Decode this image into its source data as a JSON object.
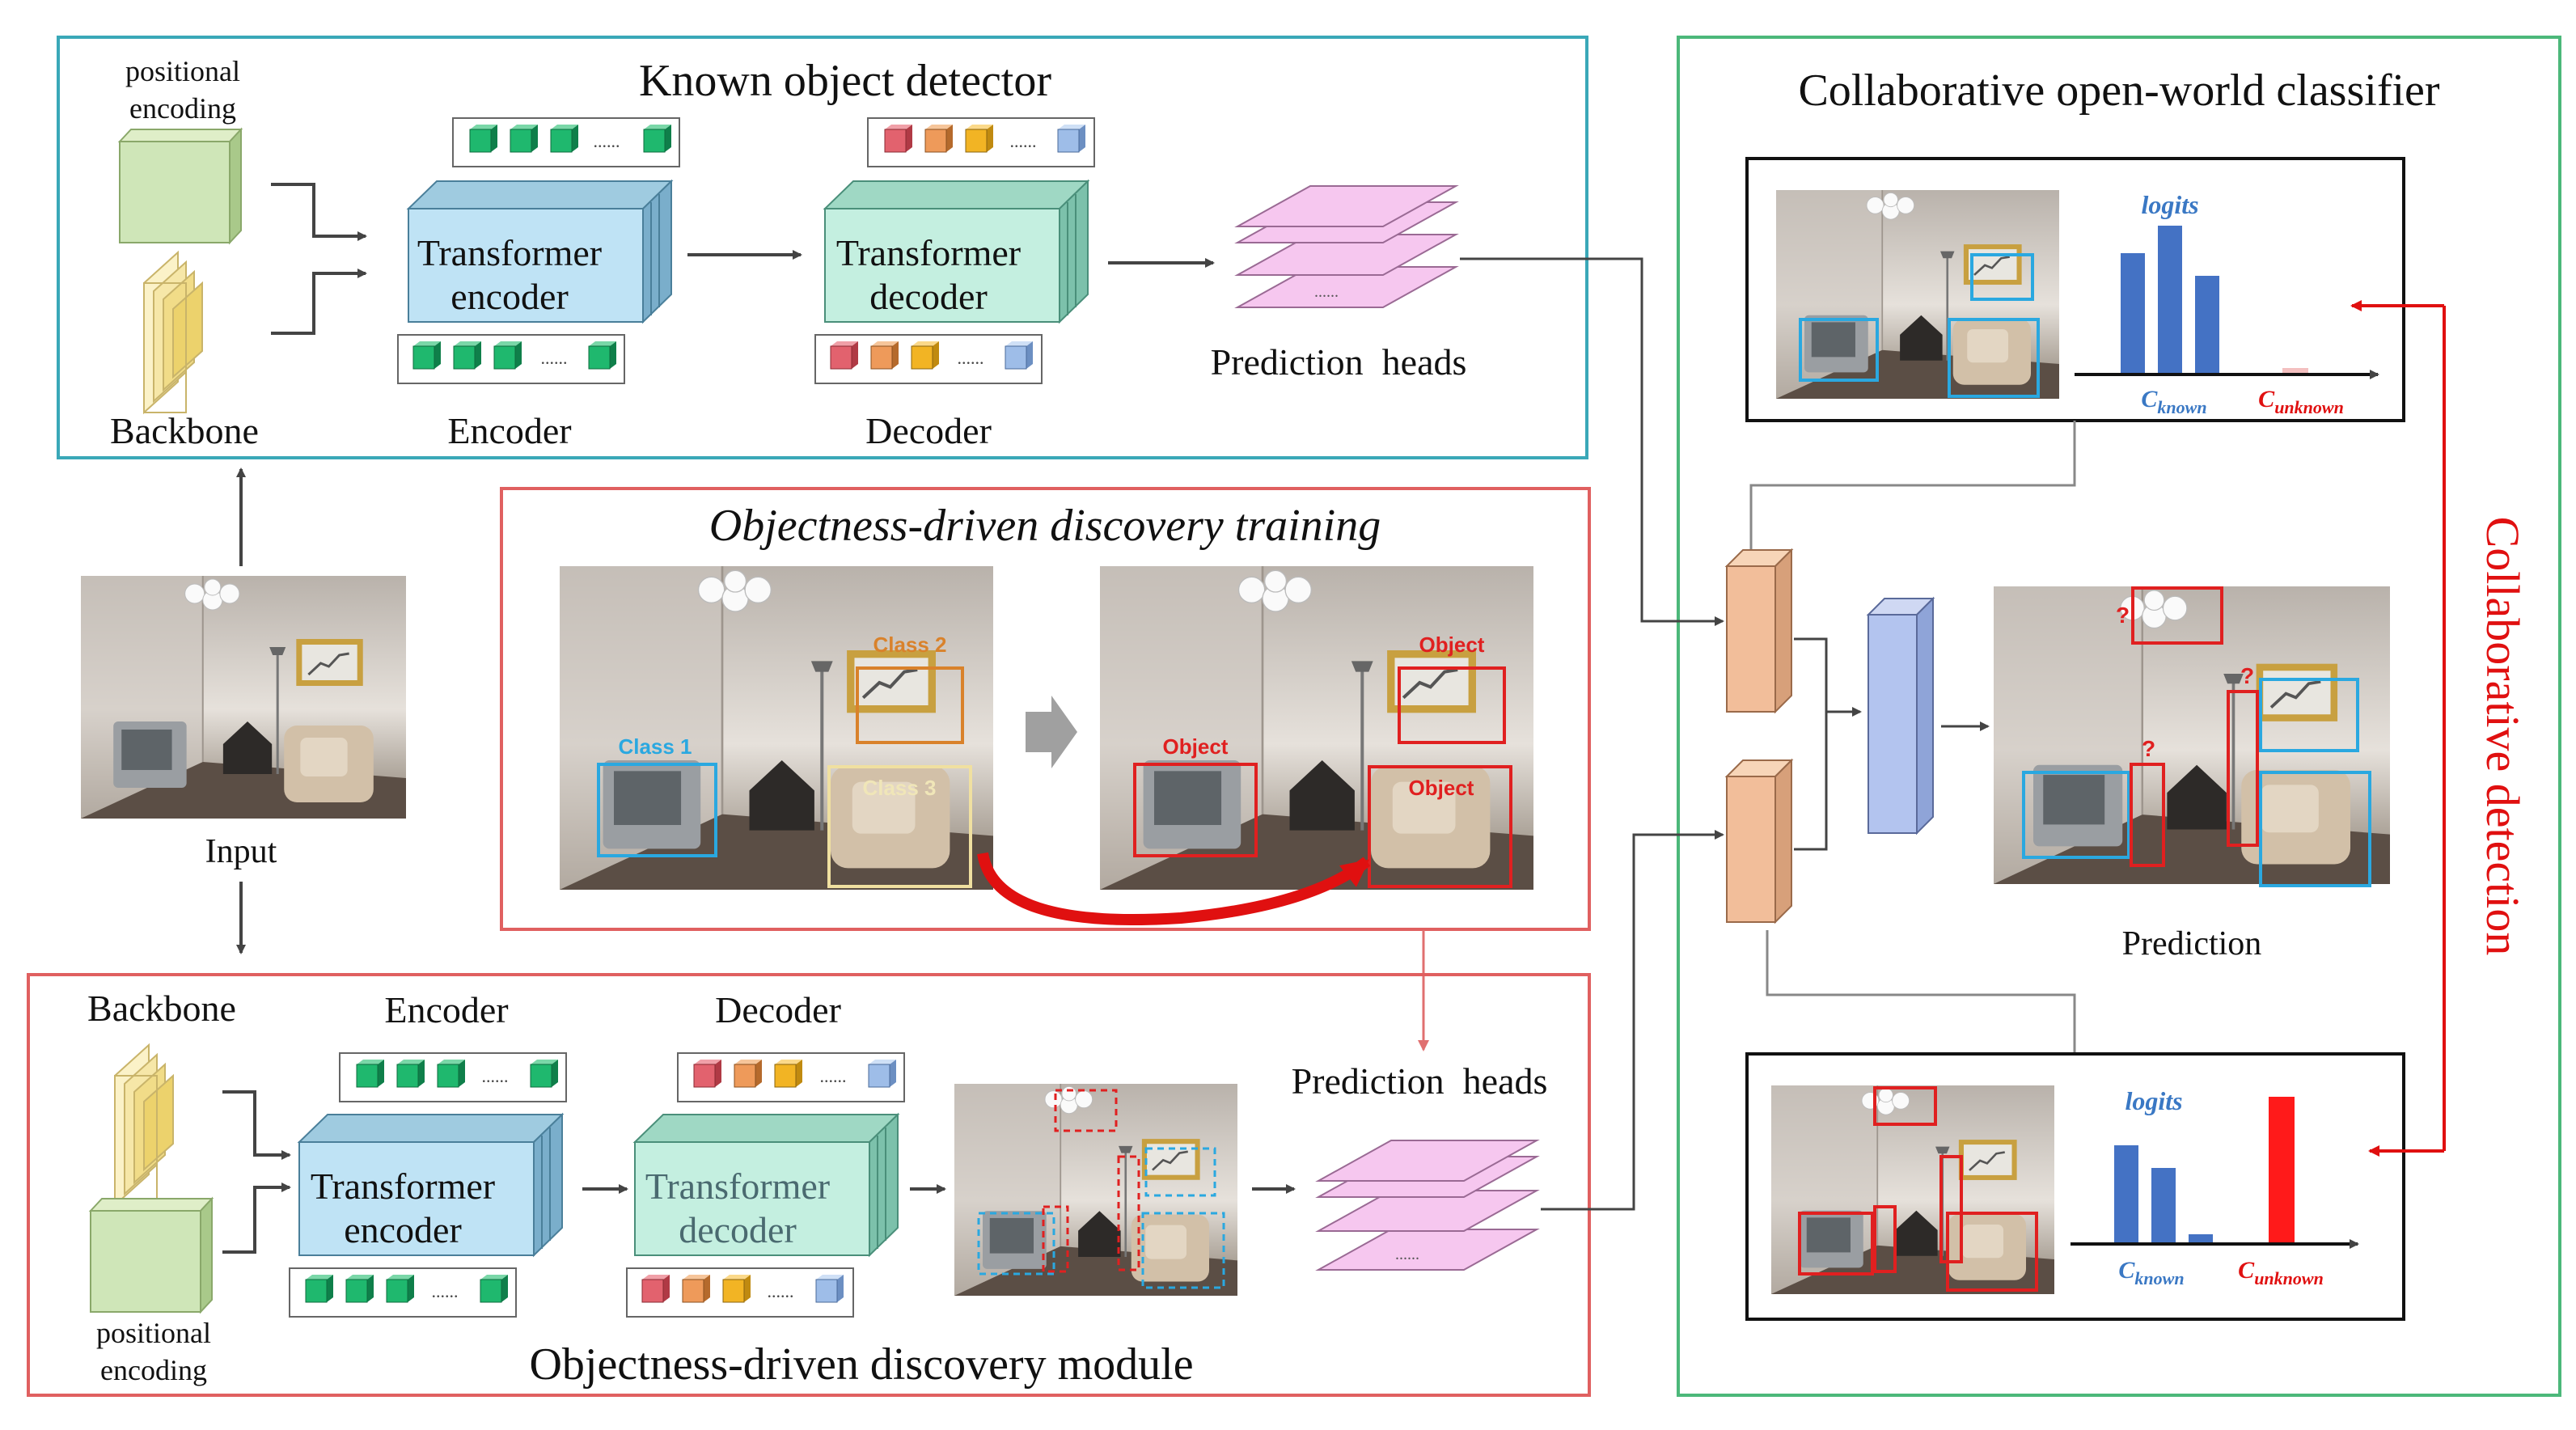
{
  "known_detector": {
    "title": "Known object detector",
    "positional_encoding": [
      "positional",
      "encoding"
    ],
    "backbone": "Backbone",
    "encoder_block": [
      "Transformer",
      "encoder"
    ],
    "encoder_label": "Encoder",
    "decoder_block": [
      "Transformer",
      "decoder"
    ],
    "decoder_label": "Decoder",
    "prediction_heads": "Prediction  heads",
    "dots": "......"
  },
  "input": {
    "label": "Input"
  },
  "training": {
    "title": "Objectness-driven discovery training",
    "left_labels": [
      "Class 1",
      "Class 2",
      "Class 3"
    ],
    "right_labels": [
      "Object",
      "Object",
      "Object"
    ]
  },
  "discovery_module": {
    "title": "Objectness-driven discovery module",
    "backbone": "Backbone",
    "positional_encoding": [
      "positional",
      "encoding"
    ],
    "encoder_block": [
      "Transformer",
      "encoder"
    ],
    "encoder_label": "Encoder",
    "decoder_block": [
      "Transformer",
      "decoder"
    ],
    "decoder_label": "Decoder",
    "prediction_heads": "Prediction  heads",
    "dots": "......"
  },
  "classifier": {
    "title": "Collaborative open-world classifier",
    "top_panel": {
      "logits": "logits",
      "known": "C",
      "known_sub": "known",
      "unknown": "C",
      "unknown_sub": "unknown"
    },
    "bottom_panel": {
      "logits": "logits",
      "known": "C",
      "known_sub": "known",
      "unknown": "C",
      "unknown_sub": "unknown"
    },
    "prediction_label": "Prediction",
    "side_label": "Collaborative detection",
    "question": "?"
  },
  "colors": {
    "teal_frame": "#3aa8b8",
    "red_frame": "#e06060",
    "green_frame": "#4cb87a",
    "encoder_fill": "#bfe3f5",
    "decoder_fill": "#c4efe0",
    "head_fill": "#f6c7ef",
    "token_green": "#1fb86e",
    "known_bar": "#4472c4",
    "unknown_bar": "#ff1a1a",
    "class1": "#2aa8e0",
    "class2": "#d9822b",
    "class3": "#f0e0a0",
    "object_red": "#e02020"
  }
}
